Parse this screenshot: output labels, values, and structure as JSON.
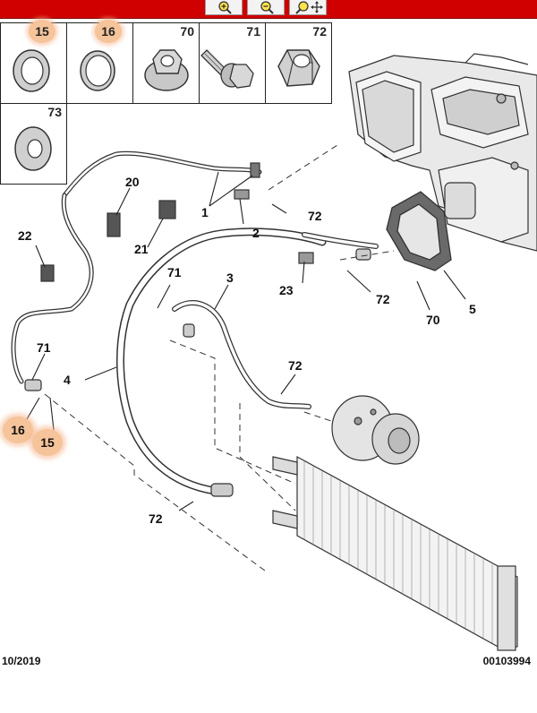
{
  "toolbar": {
    "buttons": [
      {
        "icon": "zoom-in-icon"
      },
      {
        "icon": "zoom-out-icon"
      },
      {
        "icon": "zoom-pan-icon"
      }
    ],
    "color": "#d00000"
  },
  "parts_grid": [
    {
      "number": "15",
      "highlighted": true,
      "icon": "seal-ring-icon"
    },
    {
      "number": "16",
      "highlighted": true,
      "icon": "seal-ring-icon"
    },
    {
      "number": "70",
      "highlighted": false,
      "icon": "flange-nut-icon"
    },
    {
      "number": "71",
      "highlighted": false,
      "icon": "bolt-icon"
    },
    {
      "number": "72",
      "highlighted": false,
      "icon": "hex-nut-icon"
    },
    {
      "number": "73",
      "highlighted": false,
      "icon": "washer-icon"
    }
  ],
  "callouts": {
    "c1": "1",
    "c2": "2",
    "c3": "3",
    "c4": "4",
    "c5": "5",
    "c20": "20",
    "c21": "21",
    "c22": "22",
    "c23": "23",
    "c71a": "71",
    "c71b": "71",
    "c72a": "72",
    "c72b": "72",
    "c72c": "72",
    "c72d": "72",
    "c70": "70",
    "c16": "16",
    "c15": "15"
  },
  "highlight_color": "#f6c49a",
  "footer": {
    "date": "10/2019",
    "reference": "00103994"
  }
}
